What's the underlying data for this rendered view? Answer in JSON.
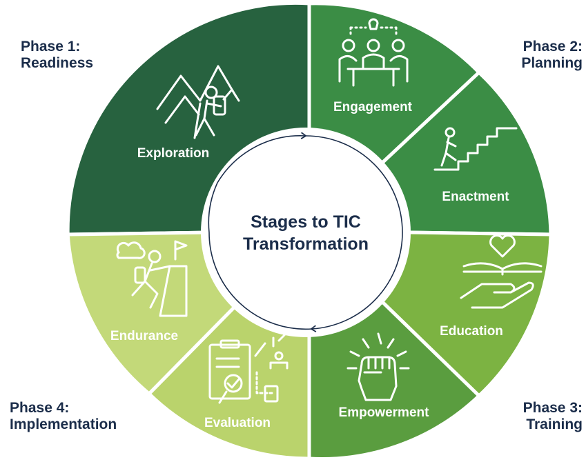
{
  "phases": [
    {
      "line1": "Phase 1:",
      "line2": "Readiness"
    },
    {
      "line1": "Phase 2:",
      "line2": "Planning"
    },
    {
      "line1": "Phase 3:",
      "line2": "Training"
    },
    {
      "line1": "Phase 4:",
      "line2": "Implementation"
    }
  ],
  "stages": [
    {
      "label": "Exploration",
      "icon": "hiker-mountains-icon",
      "color": "#27623f"
    },
    {
      "label": "Engagement",
      "icon": "team-meeting-icon",
      "color": "#3b8d45"
    },
    {
      "label": "Enactment",
      "icon": "climbing-stairs-icon",
      "color": "#3b8d45"
    },
    {
      "label": "Education",
      "icon": "hand-book-heart-icon",
      "color": "#7cb342"
    },
    {
      "label": "Empowerment",
      "icon": "raised-fist-icon",
      "color": "#5a9d3f"
    },
    {
      "label": "Evaluation",
      "icon": "clipboard-magnifier-icon",
      "color": "#bad36c"
    },
    {
      "label": "Endurance",
      "icon": "climber-flag-icon",
      "color": "#c3d979"
    }
  ],
  "center": {
    "line1": "Stages to TIC",
    "line2": "Transformation"
  }
}
